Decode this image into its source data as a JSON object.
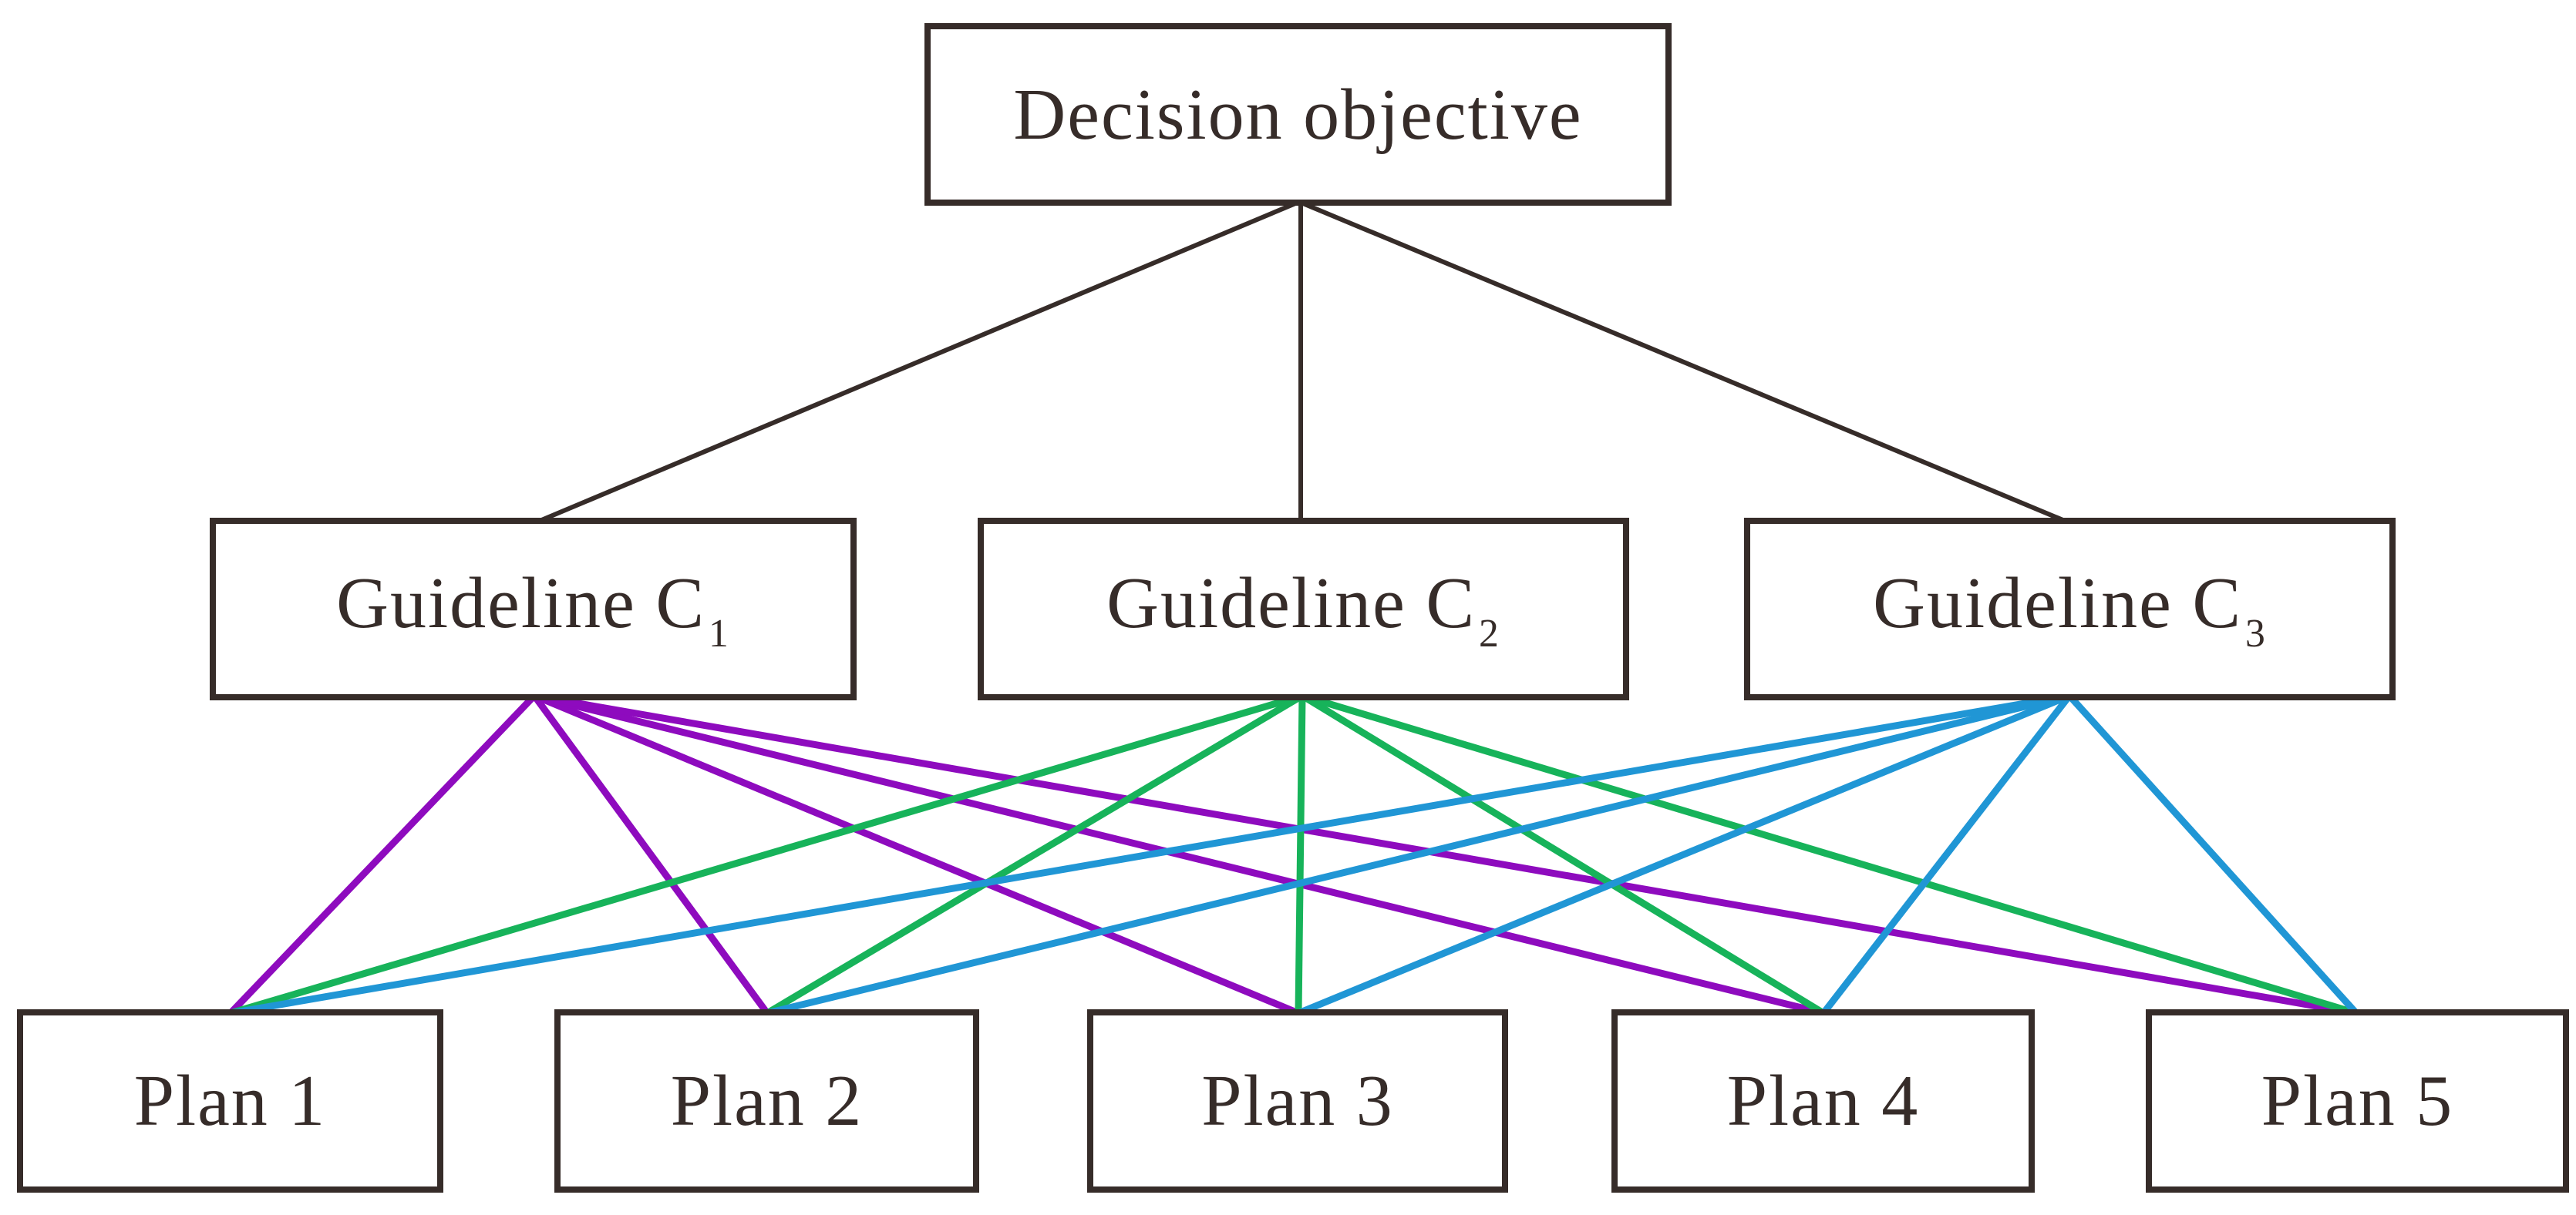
{
  "objective": {
    "label": "Decision objective"
  },
  "guidelines": [
    {
      "name": "Guideline C",
      "subscript": "1"
    },
    {
      "name": "Guideline C",
      "subscript": "2"
    },
    {
      "name": "Guideline C",
      "subscript": "3"
    }
  ],
  "plans": [
    {
      "label": "Plan 1"
    },
    {
      "label": "Plan 2"
    },
    {
      "label": "Plan 3"
    },
    {
      "label": "Plan 4"
    },
    {
      "label": "Plan 5"
    }
  ],
  "colors": {
    "ink": "#362c29",
    "box_border": "#362c29",
    "objective_links": "#362c29",
    "guideline1_links": "#8e0bbe",
    "guideline2_links": "#17b35a",
    "guideline3_links": "#2096d5",
    "background": "#ffffff"
  },
  "edges": [
    {
      "from": "Decision objective",
      "to": "Guideline C1",
      "color": "#362c29"
    },
    {
      "from": "Decision objective",
      "to": "Guideline C2",
      "color": "#362c29"
    },
    {
      "from": "Decision objective",
      "to": "Guideline C3",
      "color": "#362c29"
    },
    {
      "from": "Guideline C1",
      "to": "Plan 1",
      "color": "#8e0bbe"
    },
    {
      "from": "Guideline C1",
      "to": "Plan 2",
      "color": "#8e0bbe"
    },
    {
      "from": "Guideline C1",
      "to": "Plan 3",
      "color": "#8e0bbe"
    },
    {
      "from": "Guideline C1",
      "to": "Plan 4",
      "color": "#8e0bbe"
    },
    {
      "from": "Guideline C1",
      "to": "Plan 5",
      "color": "#8e0bbe"
    },
    {
      "from": "Guideline C2",
      "to": "Plan 1",
      "color": "#17b35a"
    },
    {
      "from": "Guideline C2",
      "to": "Plan 2",
      "color": "#17b35a"
    },
    {
      "from": "Guideline C2",
      "to": "Plan 3",
      "color": "#17b35a"
    },
    {
      "from": "Guideline C2",
      "to": "Plan 4",
      "color": "#17b35a"
    },
    {
      "from": "Guideline C2",
      "to": "Plan 5",
      "color": "#17b35a"
    },
    {
      "from": "Guideline C3",
      "to": "Plan 1",
      "color": "#2096d5"
    },
    {
      "from": "Guideline C3",
      "to": "Plan 2",
      "color": "#2096d5"
    },
    {
      "from": "Guideline C3",
      "to": "Plan 3",
      "color": "#2096d5"
    },
    {
      "from": "Guideline C3",
      "to": "Plan 4",
      "color": "#2096d5"
    },
    {
      "from": "Guideline C3",
      "to": "Plan 5",
      "color": "#2096d5"
    }
  ]
}
